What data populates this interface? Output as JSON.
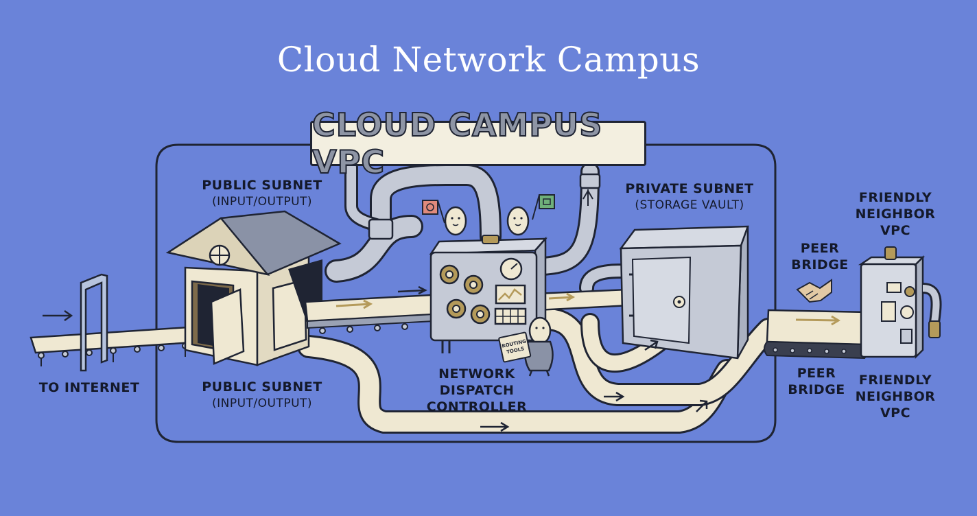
{
  "title": "Cloud Network Campus",
  "banner": "CLOUD CAMPUS VPC",
  "labels": {
    "public_subnet_top": {
      "title": "PUBLIC SUBNET",
      "sub": "(INPUT/OUTPUT)"
    },
    "public_subnet_bottom": {
      "title": "PUBLIC SUBNET",
      "sub": "(INPUT/OUTPUT)"
    },
    "private_subnet": {
      "title": "PRIVATE SUBNET",
      "sub": "(STORAGE VAULT)"
    },
    "to_internet": "TO INTERNET",
    "controller": [
      "NETWORK",
      "DISPATCH",
      "CONTROLLER"
    ],
    "peer_bridge_top": [
      "PEER",
      "BRIDGE"
    ],
    "peer_bridge_bottom": [
      "PEER",
      "BRIDGE"
    ],
    "neighbor_top": [
      "FRIENDLY",
      "NEIGHBOR",
      "VPC"
    ],
    "neighbor_bottom": [
      "FRIENDLY",
      "NEIGHBOR",
      "VPC"
    ]
  },
  "clipboard_text": "ROUTING TOOLS",
  "colors": {
    "background": "#6a83d9",
    "outline": "#1f2433",
    "cream": "#efe8d2",
    "steel": "#c5cad6",
    "gear_gold": "#b49a5a",
    "flag_red": "#e08a7c",
    "flag_green": "#6fb07a",
    "door_brown": "#7d6a4a"
  },
  "icons": [
    "gate-icon",
    "warehouse-icon",
    "controller-machine-icon",
    "gear-icon",
    "gauge-icon",
    "chart-screen-icon",
    "keypad-icon",
    "vault-safe-icon",
    "handshake-icon",
    "neighbor-machine-icon",
    "flag-icon",
    "arrow-icon"
  ]
}
